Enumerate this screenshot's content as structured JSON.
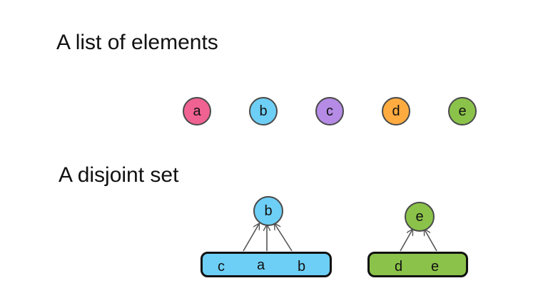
{
  "list_section": {
    "title": "A list of elements",
    "elements": [
      {
        "label": "a",
        "color": "#f06292"
      },
      {
        "label": "b",
        "color": "#6ecff6"
      },
      {
        "label": "c",
        "color": "#b58be6"
      },
      {
        "label": "d",
        "color": "#ffab40"
      },
      {
        "label": "e",
        "color": "#8bc34a"
      }
    ]
  },
  "set_section": {
    "title": "A disjoint set",
    "sets": [
      {
        "root": "b",
        "members": [
          "c",
          "a",
          "b"
        ],
        "color": "#6ecff6"
      },
      {
        "root": "e",
        "members": [
          "d",
          "e"
        ],
        "color": "#8bc34a"
      }
    ]
  }
}
